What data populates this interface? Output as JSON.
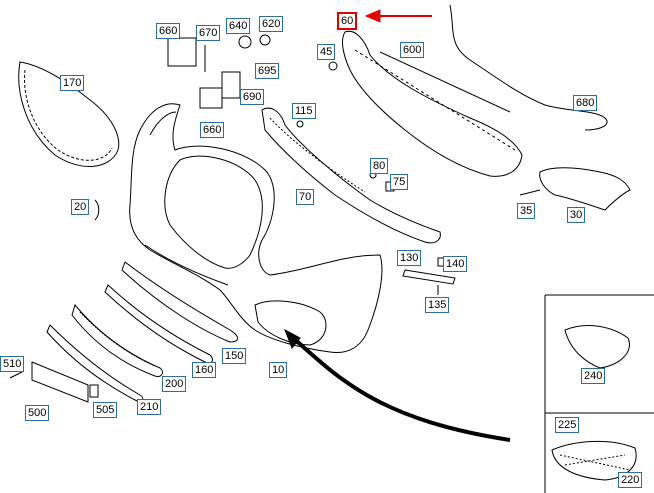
{
  "labels": {
    "l60": "60",
    "l660a": "660",
    "l670": "670",
    "l640": "640",
    "l620": "620",
    "l45": "45",
    "l600": "600",
    "l170": "170",
    "l695": "695",
    "l690": "690",
    "l660b": "660",
    "l115": "115",
    "l680": "680",
    "l80": "80",
    "l75": "75",
    "l70": "70",
    "l20": "20",
    "l35": "35",
    "l30": "30",
    "l130": "130",
    "l140": "140",
    "l135": "135",
    "l150": "150",
    "l160": "160",
    "l200": "200",
    "l10": "10",
    "l510": "510",
    "l500": "500",
    "l505": "505",
    "l210": "210",
    "l240": "240",
    "l225": "225",
    "l220": "220"
  },
  "colors": {
    "highlight": "#e00000",
    "label_border": "#2a6f9b",
    "line": "#000000"
  }
}
